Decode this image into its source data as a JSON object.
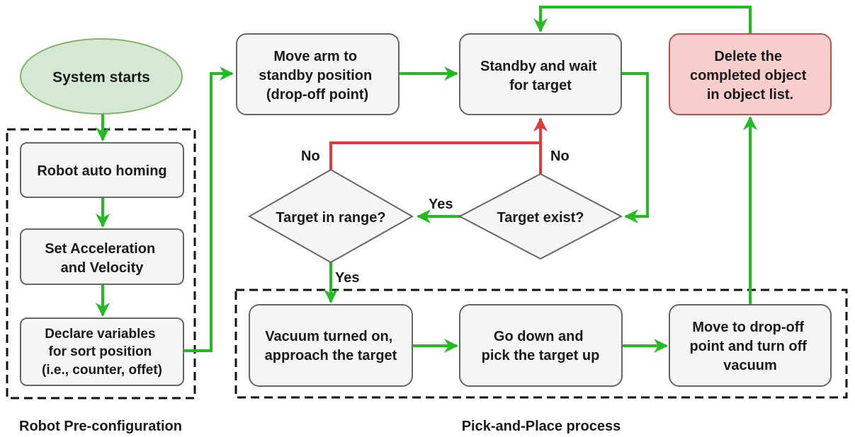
{
  "nodes": {
    "system_starts": "System starts",
    "robot_homing": "Robot auto homing",
    "set_accel": [
      "Set Acceleration",
      "and Velocity"
    ],
    "declare_vars": [
      "Declare variables",
      "for sort position",
      "(i.e., counter, offet)"
    ],
    "move_arm": [
      "Move arm to",
      "standby position",
      "(drop-off point)"
    ],
    "standby": [
      "Standby and wait",
      "for target"
    ],
    "delete_obj": [
      "Delete the",
      "completed object",
      "in object list."
    ],
    "target_in_range": "Target in range?",
    "target_exist": "Target exist?",
    "vacuum_on": [
      "Vacuum turned on,",
      "approach the target"
    ],
    "go_down": [
      "Go down and",
      "pick the target up"
    ],
    "move_dropoff": [
      "Move to drop-off",
      "point and turn off",
      "vacuum"
    ]
  },
  "edge_labels": {
    "no_left": "No",
    "no_right": "No",
    "yes_exist": "Yes",
    "yes_range": "Yes"
  },
  "groups": {
    "preconfig": "Robot Pre-configuration",
    "pick_place": "Pick-and-Place process"
  },
  "colors": {
    "flow_green": "#22bb22",
    "flow_red": "#e03a3a",
    "box_fill": "#f5f5f5",
    "box_stroke": "#666666",
    "start_fill": "#d5e8d4",
    "start_stroke": "#82b366",
    "delete_fill": "#f8cecc",
    "delete_stroke": "#b85450"
  }
}
